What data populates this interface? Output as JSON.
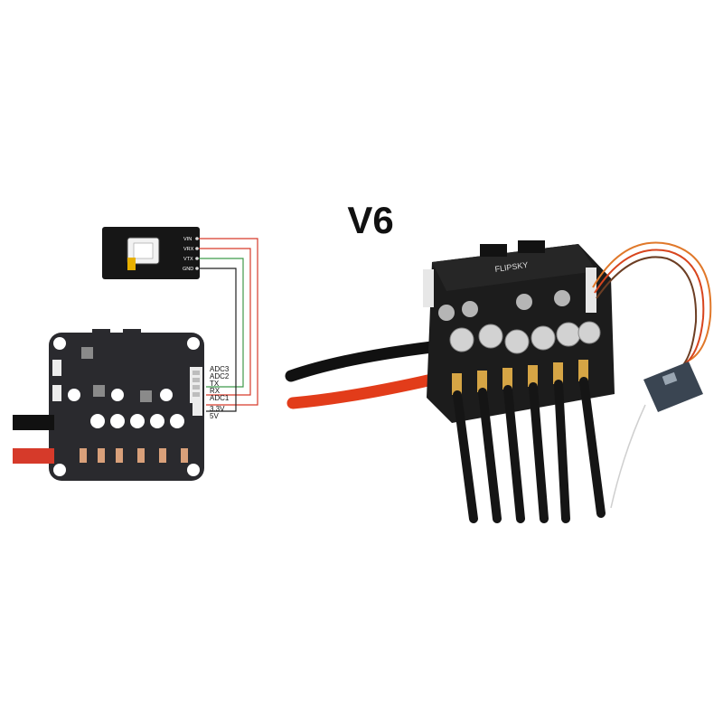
{
  "title": "V6",
  "module": {
    "pins": [
      "VIN",
      "VRX",
      "VTX",
      "GND"
    ]
  },
  "board": {
    "port_labels": [
      "ADC3",
      "ADC2",
      "TX",
      "RX",
      "ADC1",
      "3.3V",
      "5V"
    ]
  },
  "photo": {
    "silkscreen": "FLIPSKY"
  },
  "colors": {
    "board": "#2a2a2e",
    "wire_red": "#d63a2a",
    "wire_black": "#111111",
    "wire_green": "#3f9a4a",
    "copper": "#d9a07a"
  }
}
